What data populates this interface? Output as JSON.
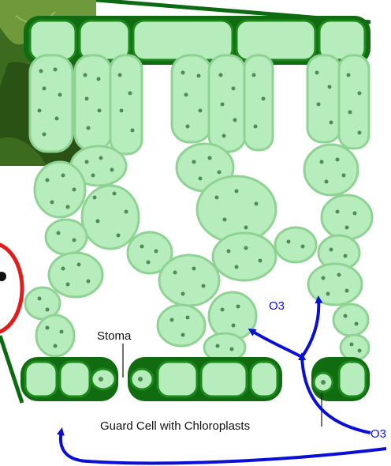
{
  "diagram": {
    "labels": {
      "stoma": "Stoma",
      "guard_cell": "Guard Cell with Chloroplasts",
      "ozone_inside": "O3",
      "ozone_outside": "O3"
    },
    "colors": {
      "cell_fill": "#b7ecbd",
      "cell_fill_light": "#d6f6d8",
      "cell_border": "#6cc36f",
      "epidermis_border": "#116b11",
      "chloroplast": "#4f8c55",
      "arrow": "#0a0fd8",
      "leaf_photo": "#3b6b1e",
      "callout_circle": "#e21b1b",
      "outline_line": "#0c6a10"
    },
    "icons": [
      "leaf-photo",
      "callout-circle"
    ]
  }
}
